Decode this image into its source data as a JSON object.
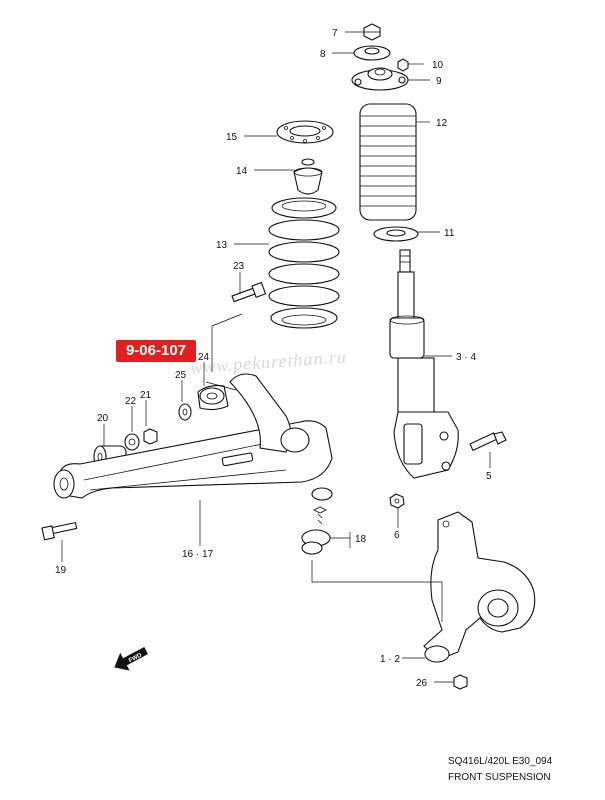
{
  "reference_badge": "9-06-107",
  "watermark": "www.pekurethan.ru",
  "direction_arrow": "FWD",
  "model_code": "SQ416L/420L E30_094",
  "title": "FRONT SUSPENSION",
  "callouts": {
    "c7": "7",
    "c8": "8",
    "c10": "10",
    "c9": "9",
    "c12": "12",
    "c15": "15",
    "c14": "14",
    "c11": "11",
    "c13": "13",
    "c23": "23",
    "c24": "24",
    "c25": "25",
    "c34": "3 · 4",
    "c22": "22",
    "c21": "21",
    "c20": "20",
    "c5": "5",
    "c6": "6",
    "c18": "18",
    "c1617": "16 · 17",
    "c19": "19",
    "c12b": "1 · 2",
    "c26": "26"
  }
}
